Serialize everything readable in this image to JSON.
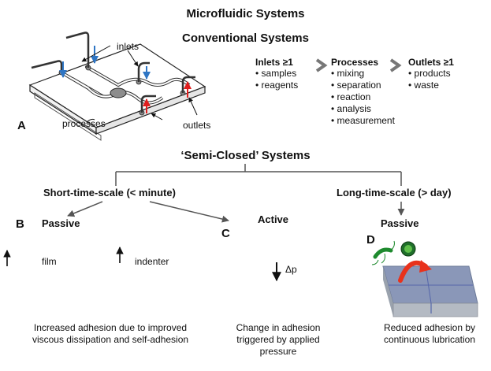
{
  "titles": {
    "main": "Microfluidic Systems",
    "conventional": "Conventional Systems",
    "semi_closed": "‘Semi-Closed’ Systems"
  },
  "conventional_labels": {
    "inlets": "inlets",
    "processes": "processes",
    "outlets": "outlets",
    "panel_a": "A"
  },
  "flow": {
    "inlets": {
      "heading": "Inlets ≥1",
      "items": [
        "samples",
        "reagents"
      ]
    },
    "processes": {
      "heading": "Processes",
      "items": [
        "mixing",
        "separation",
        "reaction",
        "analysis",
        "measurement"
      ]
    },
    "outlets": {
      "heading": "Outlets ≥1",
      "items": [
        "products",
        "waste"
      ]
    }
  },
  "semi_closed": {
    "short_scale": "Short-time-scale (< minute)",
    "long_scale": "Long-time-scale (> day)",
    "panel_b": "B",
    "panel_c": "C",
    "panel_d": "D",
    "passive_left": "Passive",
    "active": "Active",
    "passive_right": "Passive",
    "film": "film",
    "indenter": "indenter",
    "delta_p": "Δp",
    "caption_b": "Increased adhesion due to improved viscous dissipation and self-adhesion",
    "caption_c": "Change in adhesion triggered by applied pressure",
    "caption_d": "Reduced adhesion by continuous lubrication"
  },
  "colors": {
    "inlet_arrow": "#2e75c4",
    "outlet_arrow": "#e01e1e",
    "connector": "#555555",
    "substrate_top": "#8a97b8",
    "substrate_side": "#9aa2ad",
    "curved_arrow": "#e8321c"
  }
}
